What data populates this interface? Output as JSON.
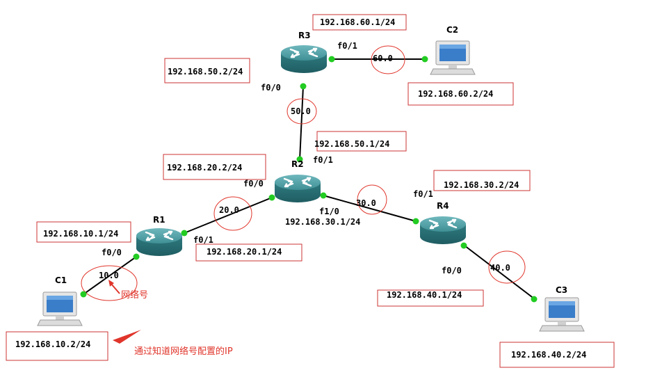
{
  "routers": {
    "r1": {
      "label": "R1"
    },
    "r2": {
      "label": "R2"
    },
    "r3": {
      "label": "R3"
    },
    "r4": {
      "label": "R4"
    }
  },
  "pcs": {
    "c1": {
      "label": "C1"
    },
    "c2": {
      "label": "C2"
    },
    "c3": {
      "label": "C3"
    }
  },
  "ip_boxes": {
    "r3_f01": "192.168.60.1/24",
    "r3_f00": "192.168.50.2/24",
    "c2": "192.168.60.2/24",
    "r2_f01": "192.168.50.1/24",
    "r2_f00": "192.168.20.2/24",
    "r4_f01": "192.168.30.2/24",
    "r1_f00": "192.168.10.1/24",
    "r1_f01": "192.168.20.1/24",
    "r4_f00": "192.168.40.1/24",
    "c1": "192.168.10.2/24",
    "c3": "192.168.40.2/24"
  },
  "ip_plain": {
    "r2_f10": "192.168.30.1/24"
  },
  "ports": {
    "r3_f01": "f0/1",
    "r3_f00": "f0/0",
    "r2_f01": "f0/1",
    "r2_f00": "f0/0",
    "r2_f10": "f1/0",
    "r4_f01": "f0/1",
    "r4_f00": "f0/0",
    "r1_f00": "f0/0",
    "r1_f01": "f0/1"
  },
  "networks": {
    "n60": "60.0",
    "n50": "50.0",
    "n20": "20.0",
    "n30": "30.0",
    "n40": "40.0",
    "n10": "10.0"
  },
  "annotations": {
    "network_number": "网络号",
    "ip_by_network": "通过知道网络号配置的IP"
  },
  "colors": {
    "link": "#000000",
    "port_dot": "#22cc22",
    "annotation": "#e0352b",
    "router_body": "#3e8f94",
    "ip_box_border": "#cc3333"
  }
}
